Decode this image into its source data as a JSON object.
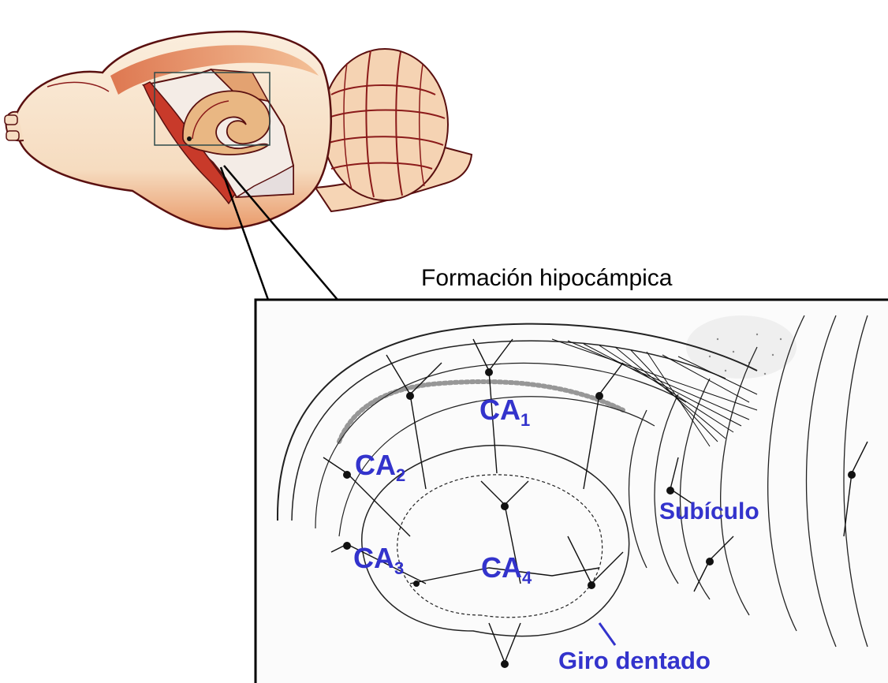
{
  "title": "Formación hipocámpica",
  "labels": {
    "ca1": {
      "main": "CA",
      "sub": "1"
    },
    "ca2": {
      "main": "CA",
      "sub": "2"
    },
    "ca3": {
      "main": "CA",
      "sub": "3"
    },
    "ca4": {
      "main": "CA",
      "sub": "4"
    },
    "subiculo": "Subículo",
    "giro_dentado": "Giro dentado"
  },
  "colors": {
    "label_blue": "#3333cc",
    "brain_fill": "#f8e4cf",
    "brain_shade": "#e08050",
    "brain_outline": "#8b1a1a",
    "hippocampus": "#ecc08a",
    "ink": "#111111"
  },
  "icons": {
    "brain": "rodent-brain-illustration",
    "hippocampus_drawing": "cajal-hippocampus-drawing"
  }
}
